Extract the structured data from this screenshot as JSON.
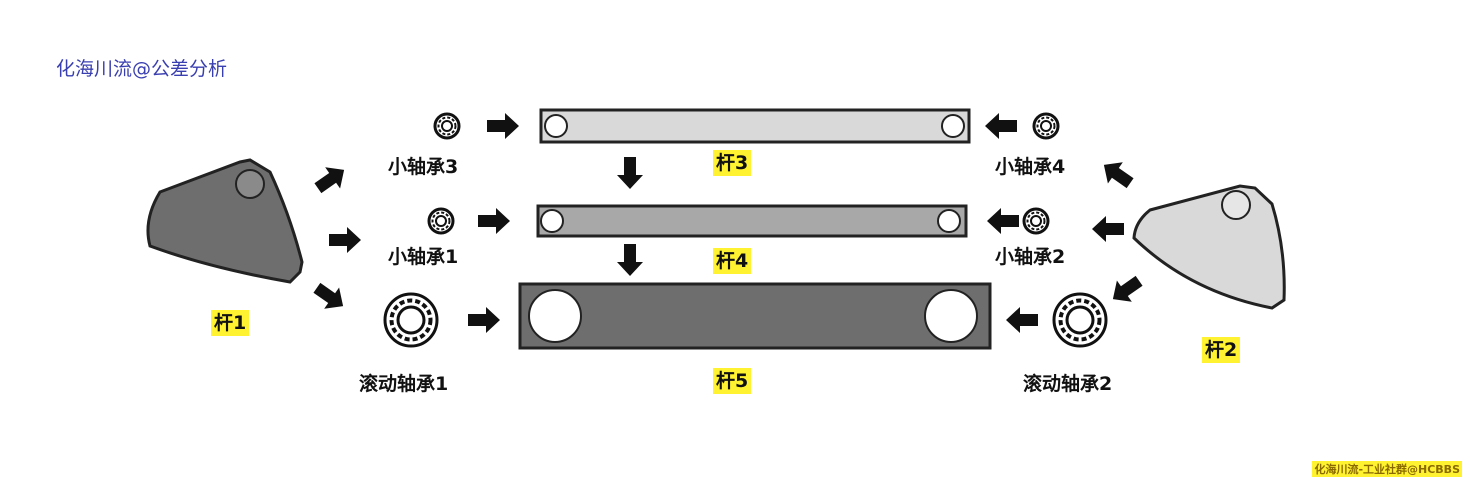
{
  "title": "化海川流@公差分析",
  "footer": "化海川流-工业社群@HCBBS",
  "parts": {
    "rod1": "杆1",
    "rod2": "杆2",
    "rod3": "杆3",
    "rod4": "杆4",
    "rod5": "杆5"
  },
  "bearings": {
    "small1": "小轴承1",
    "small2": "小轴承2",
    "small3": "小轴承3",
    "small4": "小轴承4",
    "roll1": "滚动轴承1",
    "roll2": "滚动轴承2"
  },
  "colors": {
    "title": "#3a3fb0",
    "tag_bg": "#fff230",
    "dark_part": "#6e6e6e",
    "mid_part": "#a8a8a8",
    "light_part": "#d9d9d9",
    "arrow": "#111111"
  }
}
